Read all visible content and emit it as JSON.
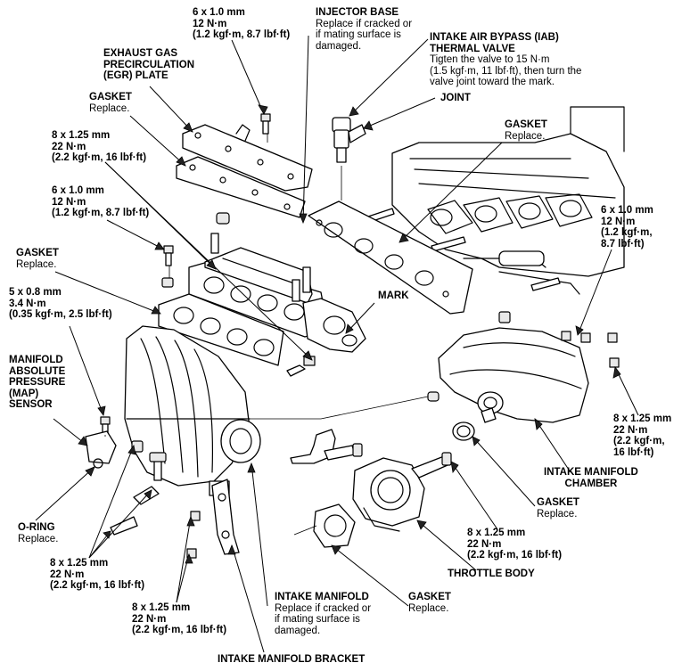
{
  "labels": {
    "top_bolt_6x1": {
      "lines": [
        "6 x 1.0 mm",
        "12 N·m",
        "(1.2 kgf·m, 8.7 lbf·ft)"
      ]
    },
    "injector_base": {
      "title": [
        "INJECTOR BASE"
      ],
      "lines": [
        "Replace if cracked or",
        "if mating surface is",
        "damaged."
      ]
    },
    "iab_valve": {
      "title": [
        "INTAKE AIR BYPASS (IAB)",
        "THERMAL VALVE"
      ],
      "lines": [
        "Tigten the valve to 15 N·m",
        "(1.5 kgf·m, 11 lbf·ft), then turn the",
        "valve joint toward the mark."
      ]
    },
    "joint": {
      "title": [
        "JOINT"
      ]
    },
    "egr_plate": {
      "title": [
        "EXHAUST GAS",
        "PRECIRCULATION",
        "(EGR) PLATE"
      ]
    },
    "gasket_egr": {
      "title": [
        "GASKET"
      ],
      "lines": [
        "Replace."
      ]
    },
    "gasket_head": {
      "title": [
        "GASKET"
      ],
      "lines": [
        "Replace."
      ]
    },
    "bolt_8x125_upper": {
      "lines": [
        "8 x 1.25 mm",
        "22 N·m",
        "(2.2 kgf·m, 16 lbf·ft)"
      ]
    },
    "bolt_6x1_left": {
      "lines": [
        "6 x 1.0 mm",
        "12 N·m",
        "(1.2 kgf·m, 8.7 lbf·ft)"
      ]
    },
    "bolt_6x1_right": {
      "lines": [
        "6 x 1.0 mm",
        "12 N·m",
        "(1.2 kgf·m,",
        "8.7 lbf·ft)"
      ]
    },
    "gasket_left": {
      "title": [
        "GASKET"
      ],
      "lines": [
        "Replace."
      ]
    },
    "screw_5x08": {
      "lines": [
        "5 x 0.8 mm",
        "3.4 N·m",
        "(0.35 kgf·m, 2.5 lbf·ft)"
      ]
    },
    "mark": {
      "title": [
        "MARK"
      ]
    },
    "map_sensor": {
      "title": [
        "MANIFOLD",
        "ABSOLUTE",
        "PRESSURE",
        "(MAP)",
        "SENSOR"
      ]
    },
    "bolt_8x125_right": {
      "lines": [
        "8 x 1.25 mm",
        "22 N·m",
        "(2.2 kgf·m,",
        "16 lbf·ft)"
      ]
    },
    "chamber": {
      "title": [
        "INTAKE MANIFOLD",
        "CHAMBER"
      ]
    },
    "gasket_chamber": {
      "title": [
        "GASKET"
      ],
      "lines": [
        "Replace."
      ]
    },
    "o_ring": {
      "title": [
        "O-RING"
      ],
      "lines": [
        "Replace."
      ]
    },
    "bolt_8x125_throttle": {
      "lines": [
        "8 x 1.25 mm",
        "22 N·m",
        "(2.2 kgf·m, 16 lbf·ft)"
      ]
    },
    "throttle_body": {
      "title": [
        "THROTTLE BODY"
      ]
    },
    "bolt_8x125_lower_left": {
      "lines": [
        "8 x 1.25 mm",
        "22 N·m",
        "(2.2 kgf·m, 16 lbf·ft)"
      ]
    },
    "bolt_8x125_bottom": {
      "lines": [
        "8 x 1.25 mm",
        "22 N·m",
        "(2.2 kgf·m, 16 lbf·ft)"
      ]
    },
    "intake_manifold": {
      "title": [
        "INTAKE MANIFOLD"
      ],
      "lines": [
        "Replace if cracked or",
        "if mating surface is",
        "damaged."
      ]
    },
    "gasket_throttle": {
      "title": [
        "GASKET"
      ],
      "lines": [
        "Replace."
      ]
    },
    "bracket": {
      "title": [
        "INTAKE MANIFOLD BRACKET"
      ]
    }
  }
}
